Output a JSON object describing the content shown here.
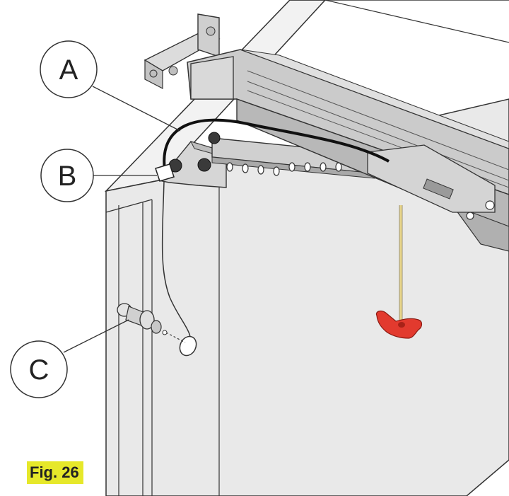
{
  "callouts": [
    {
      "letter": "A"
    },
    {
      "letter": "B"
    },
    {
      "letter": "C"
    }
  ],
  "figure_label": "Fig. 26",
  "colors": {
    "door": "#e9e9e9",
    "rail": "#c9c9c9",
    "handle": "#e23a2e",
    "rope": "#e8d58a",
    "label_bg": "#e6e82a"
  }
}
